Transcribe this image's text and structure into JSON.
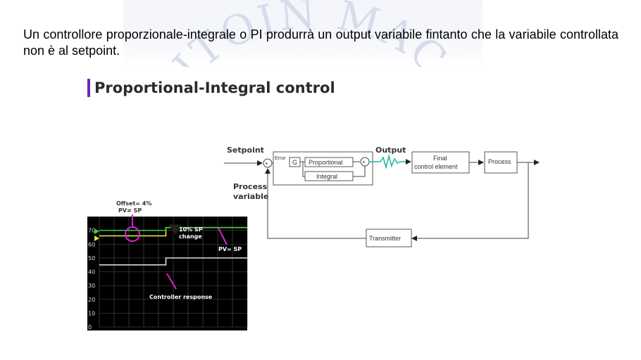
{
  "intro_text": "Un controllore proporzionale-integrale o PI produrrà un output variabile fintanto che la variabile controllata non è al setpoint.",
  "slide_title": "Proportional-Integral control",
  "watermark_text": "ITOIN MACCH",
  "diagram": {
    "setpoint": "Setpoint",
    "output": "Output",
    "error": "Error",
    "gain": "G",
    "proportional": "Proportional",
    "integral": "Integral",
    "final_control_line1": "Final",
    "final_control_line2": "control element",
    "process": "Process",
    "process_variable_line1": "Process",
    "process_variable_line2": "variable",
    "transmitter": "Transmitter",
    "sum_sign": "+",
    "minus_sign": "-"
  },
  "chart": {
    "offset_line1": "Offset= 4%",
    "offset_line2": "PV≠ SP",
    "sp_change_line1": "10% SP",
    "sp_change_line2": "change",
    "pv_sp": "PV= SP",
    "controller_response": "Controller response"
  },
  "colors": {
    "accent_purple": "#6a2bb5",
    "annotation_magenta": "#e020d0",
    "setpoint_yellow": "#e8e030",
    "pv_green": "#40d040",
    "output_teal": "#20b0a0"
  },
  "chart_data": {
    "type": "line",
    "title": "",
    "xlabel": "",
    "ylabel": "",
    "yticks": [
      "0",
      "10",
      "20",
      "30",
      "40",
      "50",
      "60",
      "70"
    ],
    "ylim": [
      0,
      80
    ],
    "grid": true,
    "series": [
      {
        "x": [
          0,
          0.45,
          0.45,
          1
        ],
        "y": [
          66,
          66,
          72,
          72
        ]
      },
      {
        "x": [
          0,
          0.45,
          0.45,
          1
        ],
        "y": [
          70,
          70,
          72,
          72
        ]
      },
      {
        "x": [
          0,
          0.45,
          0.45,
          1
        ],
        "y": [
          45,
          45,
          50,
          50
        ]
      }
    ]
  }
}
